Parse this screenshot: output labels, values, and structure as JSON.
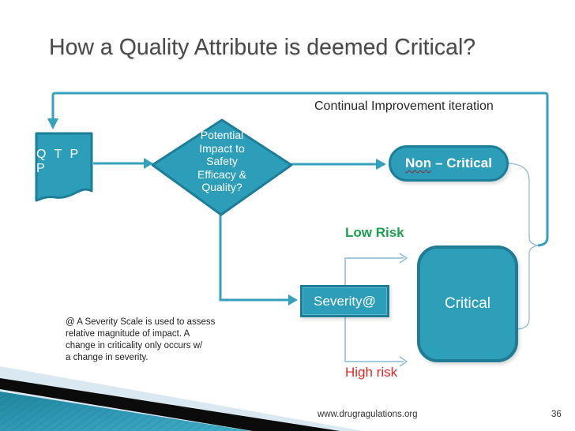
{
  "slide": {
    "title": "How a Quality Attribute is deemed Critical?",
    "footer": {
      "website": "www.drugragulations.org",
      "page_number": "36"
    }
  },
  "diagram": {
    "loop_label": "Continual Improvement iteration",
    "qtpp_label": "Q T P P",
    "decision_label": "Potential\nImpact to\nSafety\nEfficacy &\nQuality?",
    "non_critical_word1": "Non",
    "non_critical_word2": "– Critical",
    "severity_label": "Severity@",
    "critical_label": "Critical",
    "low_risk_label": "Low Risk",
    "high_risk_label": "High risk",
    "footnote": "@ A Severity Scale is used to assess\nrelative magnitude of impact. A\nchange in criticality only occurs w/\na change in severity."
  },
  "colors": {
    "shape_fill": "#2D9EBA",
    "shape_border": "#1C7E99",
    "connector_teal": "#36A1BD",
    "thin_connector_blue": "#86B6D4",
    "low_risk_green": "#1CA04F",
    "high_risk_red": "#E02A2A",
    "title_gray": "#4A4A4A",
    "ribbon_black": "#0B0B0B",
    "ribbon_pale": "#DAE8F1",
    "ribbon_teal_dark": "#20859F",
    "ribbon_teal_light": "#41ADC8"
  }
}
